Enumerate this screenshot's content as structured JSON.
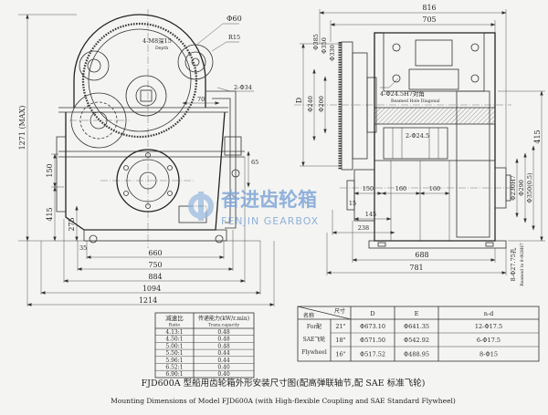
{
  "colors": {
    "ink": "#333333",
    "paper": "#f4f4f2",
    "watermark": "#7fa6d6"
  },
  "front_view": {
    "phi60": "Φ60",
    "tapped_holes": "4-M8深15",
    "depth_en": "Depth",
    "r15": "R15",
    "dim_70": "70",
    "holes_2phi34": "2-Φ34",
    "height_max": "1271 (MAX)",
    "dim_150": "150",
    "dim_65": "65",
    "dim_415": "415",
    "dim_275": "275",
    "dim_35": "35",
    "dim_660": "660",
    "dim_750": "750",
    "dim_884": "884",
    "dim_1094": "1094",
    "dim_1214": "1214"
  },
  "side_view": {
    "dim_816": "816",
    "dim_705": "705",
    "phi385": "Φ385",
    "phi350": "Φ350",
    "phi330": "Φ330",
    "dia_D": "D",
    "phi240": "Φ240",
    "phi200": "Φ200",
    "reamed_holes": "4-Φ24.5H7对角",
    "reamed_en": "Reamed Hole Diagonal",
    "holes_2": "2-Φ24.5",
    "dim_150": "150",
    "dim_160a": "160",
    "dim_160b": "160",
    "dim_15": "15",
    "dim_145": "145",
    "dim_238": "238",
    "dim_688": "688",
    "dim_781": "781",
    "dim_415": "415",
    "phi230": "Φ230H7",
    "phi290": "Φ290",
    "phi350_pcd": "Φ350(0.5)",
    "bolt_holes": "8-Φ27.75孔",
    "bolt_holes_en": "Reamed to 8-Φ28H7"
  },
  "ratio_table": {
    "header_ratio": "减速比",
    "header_ratio_en": "Ratio",
    "header_cap": "传递能力(kW/r.min)",
    "header_cap_en": "Trans.capacity",
    "rows": [
      {
        "ratio": "4.13:1",
        "cap": "0.48"
      },
      {
        "ratio": "4.50:1",
        "cap": "0.48"
      },
      {
        "ratio": "5.00:1",
        "cap": "0.48"
      },
      {
        "ratio": "5.50:1",
        "cap": "0.44"
      },
      {
        "ratio": "5.96:1",
        "cap": "0.44"
      },
      {
        "ratio": "6.52:1",
        "cap": "0.40"
      },
      {
        "ratio": "6.90:1",
        "cap": "0.40"
      }
    ]
  },
  "flywheel_table": {
    "header_name": "名称",
    "header_size": "尺寸",
    "header_D": "D",
    "header_E": "E",
    "header_nd": "n-d",
    "name_lines": [
      "For配",
      "SAE飞轮",
      "Flywheel"
    ],
    "rows": [
      {
        "size": "21\"",
        "D": "Φ673.10",
        "E": "Φ641.35",
        "nd": "12-Φ17.5"
      },
      {
        "size": "18\"",
        "D": "Φ571.50",
        "E": "Φ542.92",
        "nd": "6-Φ17.5"
      },
      {
        "size": "16\"",
        "D": "Φ517.52",
        "E": "Φ488.95",
        "nd": "8-Φ15"
      }
    ]
  },
  "caption": {
    "title_cn": "FJD600A 型船用齿轮箱外形安装尺寸图(配高弹联轴节,配 SAE 标准飞轮)",
    "title_en": "Mounting Dimensions of Model FJD600A (with High-flexible Coupling and SAE Standard Flywheel)"
  },
  "watermark": {
    "brand_cn": "奋进齿轮箱",
    "brand_en": "FENJIN GEARBOX"
  }
}
